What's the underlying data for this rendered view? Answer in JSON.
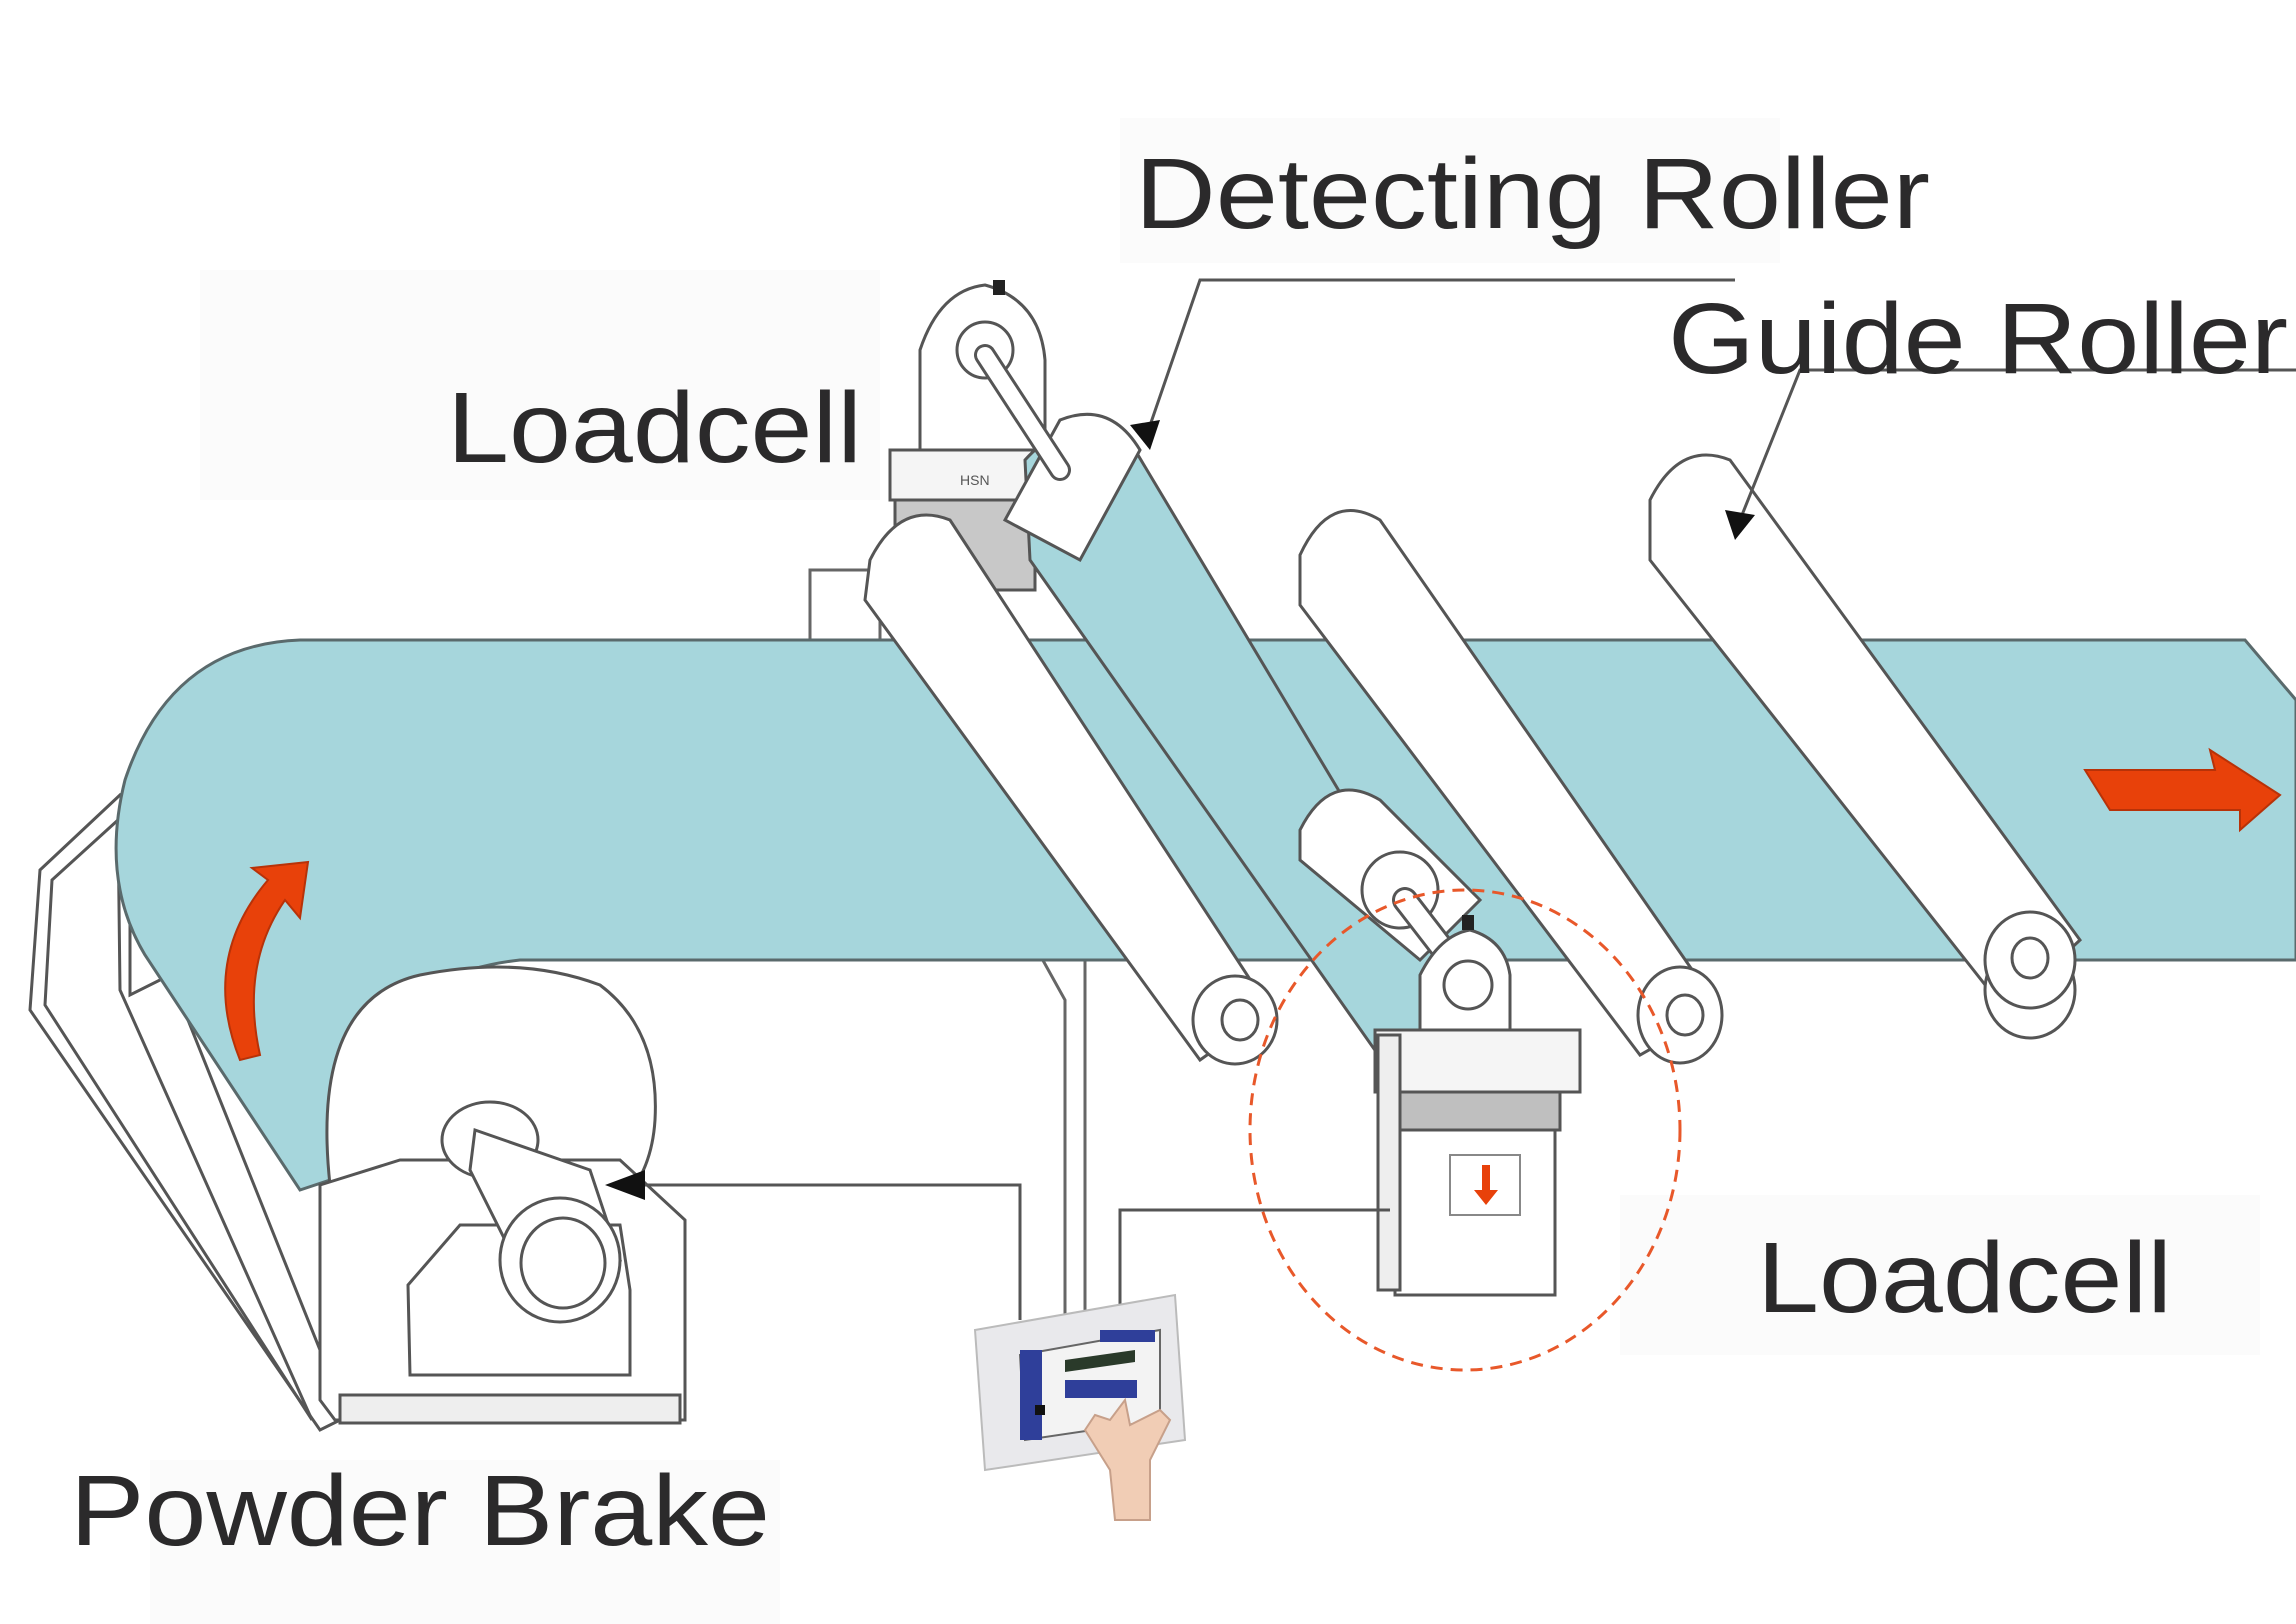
{
  "diagram": {
    "title": "Web tension control system with loadcells and powder brake",
    "labels": {
      "detecting_roller": "Detecting Roller",
      "guide_roller": "Guide Roller",
      "loadcell_top": "Loadcell",
      "loadcell_bottom": "Loadcell",
      "powder_brake": "Powder Brake"
    },
    "components": [
      {
        "id": "unwind-roll",
        "name": "Unwind roll (material reel)"
      },
      {
        "id": "powder-brake",
        "name": "Powder Brake"
      },
      {
        "id": "loadcell-top",
        "name": "Loadcell"
      },
      {
        "id": "detecting-roller",
        "name": "Detecting Roller"
      },
      {
        "id": "loadcell-bottom",
        "name": "Loadcell"
      },
      {
        "id": "guide-roller",
        "name": "Guide Roller"
      },
      {
        "id": "tension-controller",
        "name": "Tension controller with keypad"
      }
    ],
    "connections": [
      {
        "from": "tension-controller",
        "to": "powder-brake"
      },
      {
        "from": "tension-controller",
        "to": "loadcell-bottom"
      },
      {
        "from": "loadcell-top",
        "to": "detecting-roller"
      }
    ],
    "arrows": {
      "rotation": "unwind roll rotation direction",
      "web_direction": "web travel direction (right)",
      "force": "downward force on loadcell"
    },
    "colors": {
      "web": "#a6d6dc",
      "outline": "#555555",
      "accent_arrow": "#e8410a",
      "highlight_circle": "#e8582a",
      "label_text": "#2b2a2b",
      "controller_panel": "#2f3f9a"
    }
  }
}
